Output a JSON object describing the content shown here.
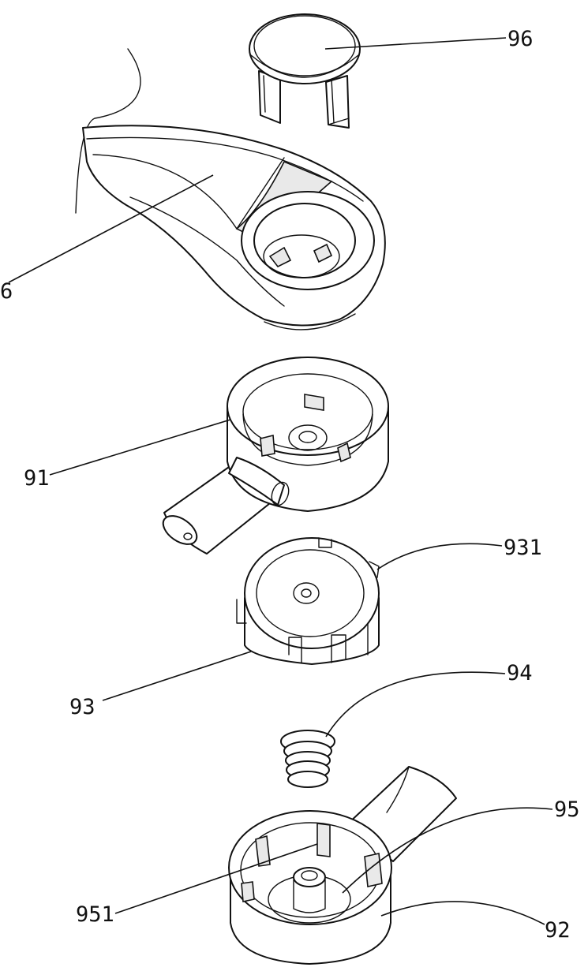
{
  "labels": {
    "cap": "96",
    "handle": "6",
    "valve_body": "91",
    "notch": "931",
    "disc": "93",
    "spring": "94",
    "stem": "95",
    "post": "951",
    "base": "92"
  },
  "colors": {
    "line": "#111111",
    "paper": "#ffffff"
  }
}
